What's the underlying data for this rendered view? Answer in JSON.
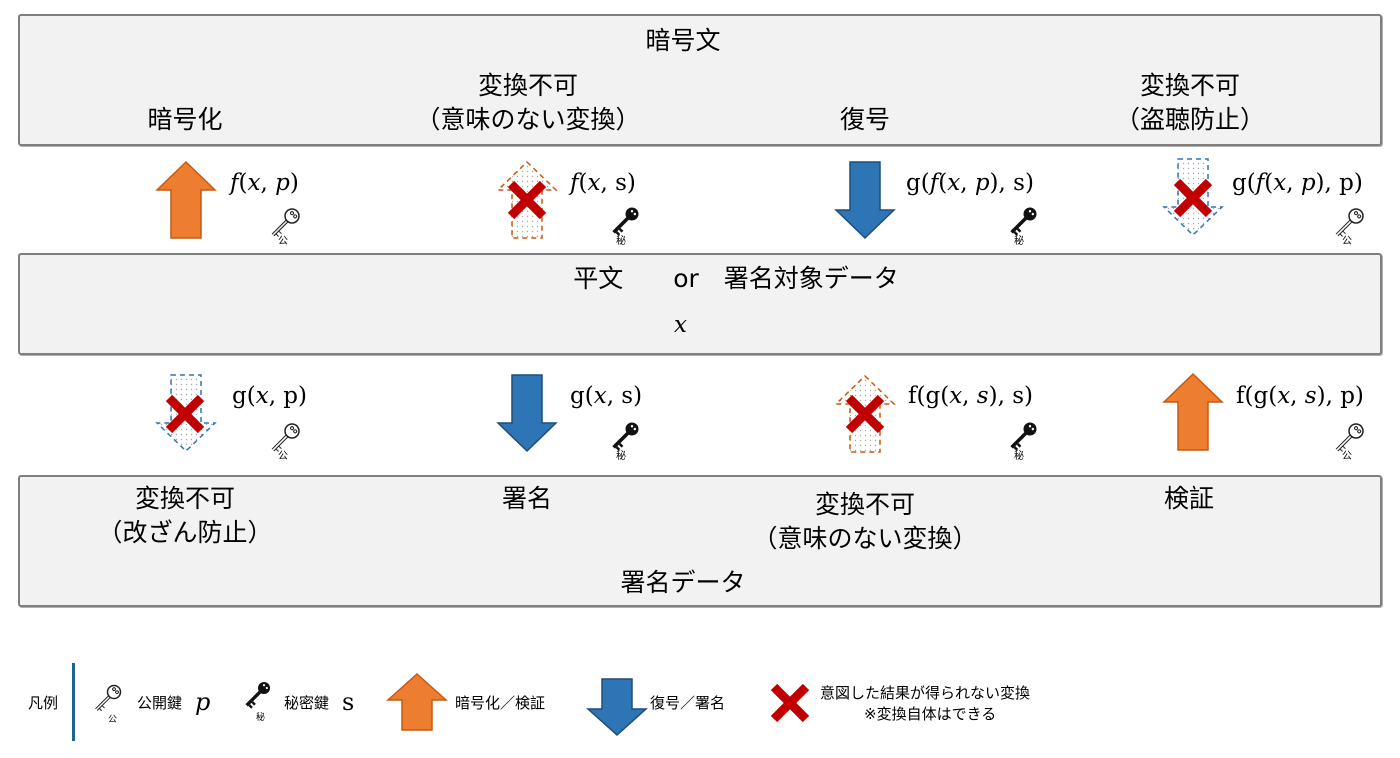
{
  "boxes": {
    "top_title": "暗号文",
    "middle_title": "平文　　or　署名対象データ",
    "middle_var": "x",
    "bottom_title": "署名データ"
  },
  "top_labels": {
    "encrypt": "暗号化",
    "invalid1_l1": "変換不可",
    "invalid1_l2": "（意味のない変換）",
    "decrypt": "復号",
    "invalid2_l1": "変換不可",
    "invalid2_l2": "（盗聴防止）"
  },
  "bottom_labels": {
    "invalid3_l1": "変換不可",
    "invalid3_l2": "（改ざん防止）",
    "sign": "署名",
    "invalid4_l1": "変換不可",
    "invalid4_l2": "（意味のない変換）",
    "verify": "検証"
  },
  "formulas": {
    "f_x_p": [
      "f",
      "(",
      "x",
      ", ",
      "p",
      ")"
    ],
    "f_x_s": [
      "f",
      "(",
      "x",
      ", s)"
    ],
    "g_f_s": [
      "g(",
      "f",
      "(",
      "x",
      ", ",
      "p",
      "), s)"
    ],
    "g_f_p": [
      "g(",
      "f",
      "(",
      "x",
      ", ",
      "p",
      "), p)"
    ],
    "g_x_p": [
      "g(",
      "x",
      ", p)"
    ],
    "g_x_s": [
      "g(",
      "x",
      ", s)"
    ],
    "f_g_s": [
      "f(g(",
      "x",
      ", ",
      "s",
      "), s)"
    ],
    "f_g_p": [
      "f(g(",
      "x",
      ", ",
      "s",
      "), p)"
    ]
  },
  "key_chars": {
    "public": "公",
    "secret": "秘"
  },
  "legend": {
    "title": "凡例",
    "public_key_label": "公開鍵",
    "public_key_sym": "p",
    "secret_key_label": "秘密鍵",
    "secret_key_sym": "s",
    "up_arrow_label": "暗号化／検証",
    "down_arrow_label": "復号／署名",
    "cross_label_l1": "意図した結果が得られない変換",
    "cross_label_l2": "※変換自体はできる"
  },
  "colors": {
    "box_fill": "#f2f2f2",
    "box_border": "#7f7f7f",
    "orange": "#ed7d31",
    "blue": "#2e75b6",
    "red": "#c00000",
    "legend_bar": "#1f6391"
  }
}
